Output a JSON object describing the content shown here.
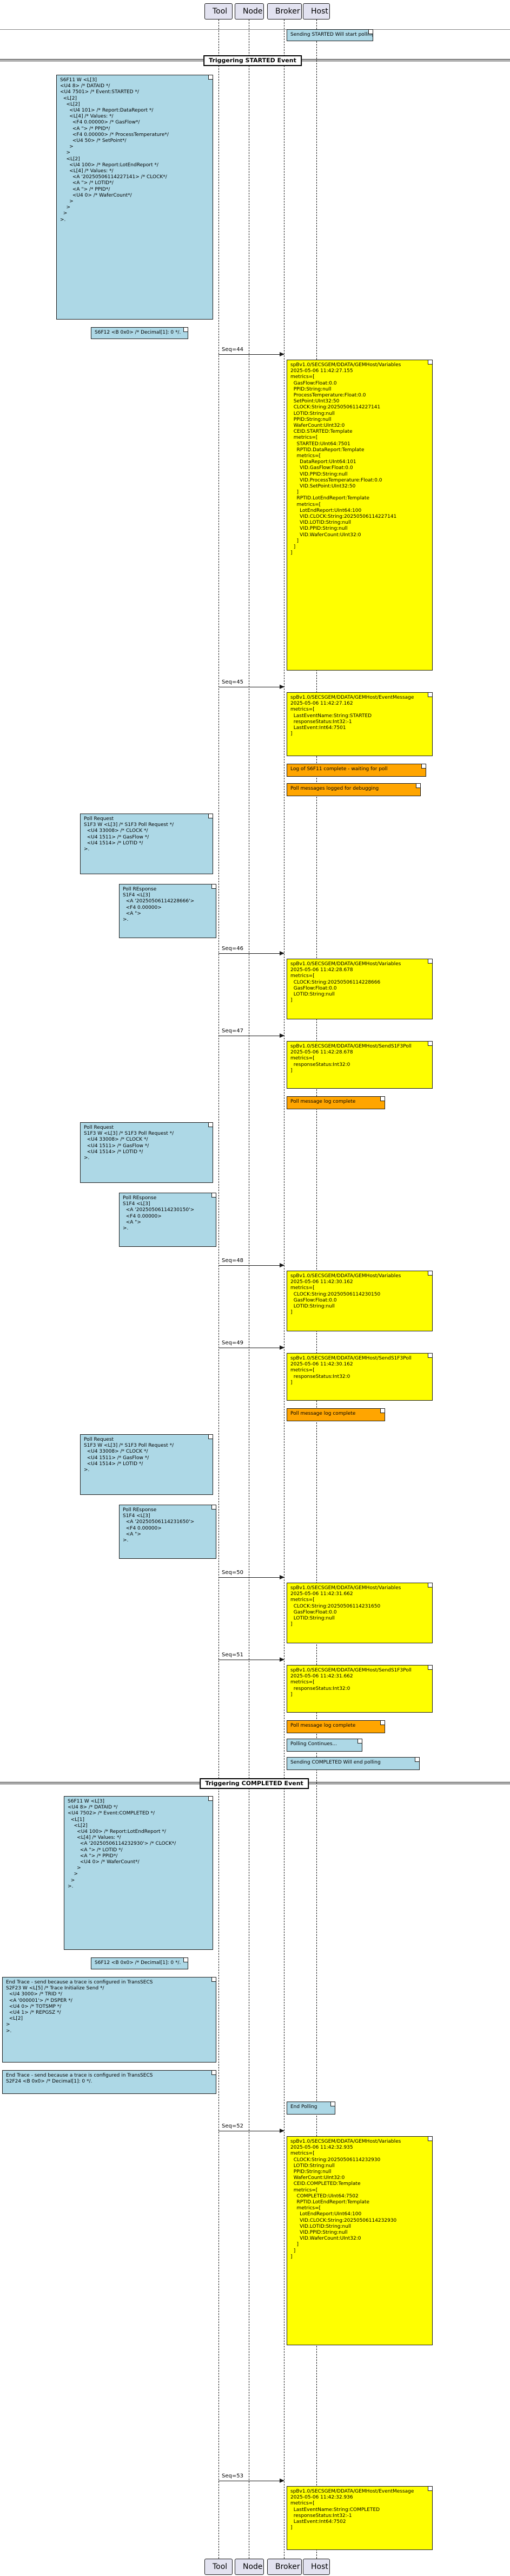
{
  "participants": [
    "Tool",
    "Node",
    "Broker",
    "Host"
  ],
  "dividers": {
    "started": "Triggering STARTED Event",
    "completed": "Triggering COMPLETED Event"
  },
  "messages": {
    "seq44": "Seq=44",
    "seq45": "Seq=45",
    "seq46": "Seq=46",
    "seq47": "Seq=47",
    "seq48": "Seq=48",
    "seq49": "Seq=49",
    "seq50": "Seq=50",
    "seq51": "Seq=51",
    "seq52": "Seq=52",
    "seq53": "Seq=53"
  },
  "notes": {
    "n_start_poll": "Sending STARTED Will start polling",
    "n_s6f11_started": "S6F11 W <L[3]\n<U4 8> /* DATAID */\n<U4 7501> /* Event:STARTED */\n  <L[2]\n    <L[2]\n      <U4 101> /* Report:DataReport */\n      <L[4] /* Values: */\n        <F4 0.00000> /* GasFlow*/\n        <A \"> /* PPID*/\n        <F4 0.00000> /* ProcessTemperature*/\n        <U4 50> /* SetPoint*/\n      >\n    >\n    <L[2]\n      <U4 100> /* Report:LotEndReport */\n      <L[4] /* Values: */\n        <A '20250506114227141> /* CLOCK*/\n        <A \"> /* LOTID*/\n        <A \"> /* PPID*/\n        <U4 0> /* WaferCount*/\n      >\n    >\n  >\n>.",
    "n_s6f12_a": "S6F12 <B 0x0> /* Decimal[1]: 0 */.",
    "n_bus_44": "spBv1.0/SECSGEM/DDATA/GEMHost/Variables\n2025-05-06 11:42:27.155\nmetrics=[\n  GasFlow:Float:0.0\n  PPID:String:null\n  ProcessTemperature:Float:0.0\n  SetPoint:UInt32:50\n  CLOCK:String:20250506114227141\n  LOTID:String:null\n  PPID:String:null\n  WaferCount:UInt32:0\n  CEID.STARTED:Template\n  metrics=[\n    STARTED:UInt64:7501\n    RPTID.DataReport:Template\n    metrics=[\n      DataReport:UInt64:101\n      VID.GasFlow:Float:0.0\n      VID.PPID:String:null\n      VID.ProcessTemperature:Float:0.0\n      VID.SetPoint:UInt32:50\n    ]\n    RPTID.LotEndReport:Template\n    metrics=[\n      LotEndReport:UInt64:100\n      VID.CLOCK:String:20250506114227141\n      VID.LOTID:String:null\n      VID.PPID:String:null\n      VID.WaferCount:UInt32:0\n    ]\n  ]\n]",
    "n_bus_45": "spBv1.0/SECSGEM/DDATA/GEMHost/EventMessage\n2025-05-06 11:42:27.162\nmetrics=[\n  LastEventName:String:STARTED\n  responseStatus:Int32:-1\n  LastEvent:Int64:7501\n]",
    "n_log_complete": "Log of S6F11 complete - waiting for poll",
    "n_poll_logged": "Poll messages logged for debugging",
    "n_poll_req_1": "Poll Request\nS1F3 W <L[3] /* S1F3 Poll Request */\n  <U4 33008> /* CLOCK */\n  <U4 1511> /* GasFlow */\n  <U4 1514> /* LOTID */\n>.",
    "n_poll_resp_1": "Poll REsponse\nS1F4 <L[3]\n  <A '20250506114228666'>\n  <F4 0.00000>\n  <A \">\n>.",
    "n_bus_46": "spBv1.0/SECSGEM/DDATA/GEMHost/Variables\n2025-05-06 11:42:28.678\nmetrics=[\n  CLOCK:String:20250506114228666\n  GasFlow:Float:0.0\n  LOTID:String:null\n]",
    "n_bus_47": "spBv1.0/SECSGEM/DDATA/GEMHost/SendS1F3Poll\n2025-05-06 11:42:28.678\nmetrics=[\n  responseStatus:Int32:0\n]",
    "n_poll_log_1": "Poll message log complete",
    "n_poll_req_2": "Poll Request\nS1F3 W <L[3] /* S1F3 Poll Request */\n  <U4 33008> /* CLOCK */\n  <U4 1511> /* GasFlow */\n  <U4 1514> /* LOTID */\n>.",
    "n_poll_resp_2": "Poll REsponse\nS1F4 <L[3]\n  <A '20250506114230150'>\n  <F4 0.00000>\n  <A \">\n>.",
    "n_bus_48": "spBv1.0/SECSGEM/DDATA/GEMHost/Variables\n2025-05-06 11:42:30.162\nmetrics=[\n  CLOCK:String:20250506114230150\n  GasFlow:Float:0.0\n  LOTID:String:null\n]",
    "n_bus_49": "spBv1.0/SECSGEM/DDATA/GEMHost/SendS1F3Poll\n2025-05-06 11:42:30.162\nmetrics=[\n  responseStatus:Int32:0\n]",
    "n_poll_log_2": "Poll message log complete",
    "n_poll_req_3": "Poll Request\nS1F3 W <L[3] /* S1F3 Poll Request */\n  <U4 33008> /* CLOCK */\n  <U4 1511> /* GasFlow */\n  <U4 1514> /* LOTID */\n>.",
    "n_poll_resp_3": "Poll REsponse\nS1F4 <L[3]\n  <A '20250506114231650'>\n  <F4 0.00000>\n  <A \">\n>.",
    "n_bus_50": "spBv1.0/SECSGEM/DDATA/GEMHost/Variables\n2025-05-06 11:42:31.662\nmetrics=[\n  CLOCK:String:20250506114231650\n  GasFlow:Float:0.0\n  LOTID:String:null\n]",
    "n_bus_51": "spBv1.0/SECSGEM/DDATA/GEMHost/SendS1F3Poll\n2025-05-06 11:42:31.662\nmetrics=[\n  responseStatus:Int32:0\n]",
    "n_poll_log_3": "Poll message log complete",
    "n_polling_cont": "Polling Continues...",
    "n_end_poll": "Sending COMPLETED Will end polling",
    "n_s6f11_completed": "S6F11 W <L[3]\n<U4 8> /* DATAID */\n<U4 7502> /* Event:COMPLETED */\n  <L[1]\n    <L[2]\n      <U4 100> /* Report:LotEndReport */\n      <L[4] /* Values: */\n        <A '20250506114232930'> /* CLOCK*/\n        <A \"> /* LOTID */\n        <A \"> /* PPID*/\n        <U4 0> /* WaferCount*/\n      >\n    >\n  >\n>.",
    "n_s6f12_b": "S6F12 <B 0x0> /* Decimal[1]: 0 */.",
    "n_trace_send": "End Trace - send because a trace is configured in TransSECS\nS2F23 W <L[5] /* Trace Initialize Send */\n  <U4 3000> /* TRID */\n  <A '000001'> /* DSPER */\n  <U4 0> /* TOTSMP */\n  <U4 1> /* REPGSZ */\n  <L[2]\n>\n>.",
    "n_trace_ack": "End Trace - send because a trace is configured in TransSECS\nS2F24 <B 0x0> /* Decimal[1]: 0 */.",
    "n_end_polling": "End Polling",
    "n_bus_52": "spBv1.0/SECSGEM/DDATA/GEMHost/Variables\n2025-05-06 11:42:32.935\nmetrics=[\n  CLOCK:String:20250506114232930\n  LOTID:String:null\n  PPID:String:null\n  WaferCount:UInt32:0\n  CEID.COMPLETED:Template\n  metrics=[\n    COMPLETED:UInt64:7502\n    RPTID.LotEndReport:Template\n    metrics=[\n      LotEndReport:UInt64:100\n      VID.CLOCK:String:20250506114232930\n      VID.LOTID:String:null\n      VID.PPID:String:null\n      VID.WaferCount:UInt32:0\n    ]\n  ]\n]",
    "n_bus_53": "spBv1.0/SECSGEM/DDATA/GEMHost/EventMessage\n2025-05-06 11:42:32.936\nmetrics=[\n  LastEventName:String:COMPLETED\n  responseStatus:Int32:-1\n  LastEvent:Int64:7502\n]"
  },
  "colors": {
    "note_blue": "#add8e6",
    "note_yellow": "#ffff00",
    "note_orange": "#ffa500",
    "participant_fill": "#e2e2f0"
  }
}
